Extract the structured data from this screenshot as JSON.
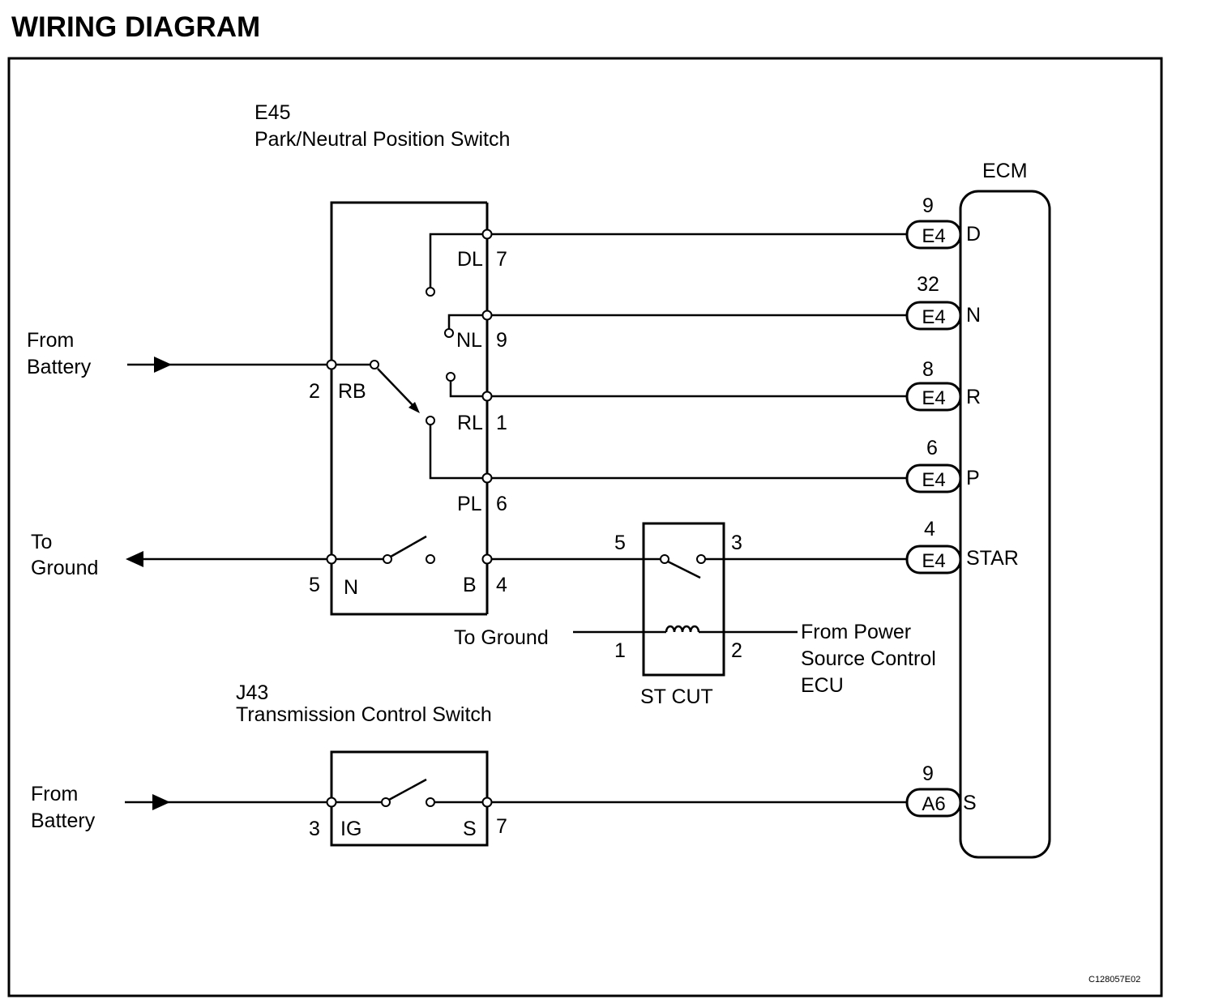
{
  "title": "WIRING DIAGRAM",
  "figure_code": "C128057E02",
  "pnp_switch": {
    "id": "E45",
    "name": "Park/Neutral Position Switch",
    "terminals": {
      "dl": {
        "name": "DL",
        "pin": "7"
      },
      "nl": {
        "name": "NL",
        "pin": "9"
      },
      "rb": {
        "name": "RB",
        "pin": "2"
      },
      "rl": {
        "name": "RL",
        "pin": "1"
      },
      "pl": {
        "name": "PL",
        "pin": "6"
      },
      "n": {
        "name": "N",
        "pin": "5"
      },
      "b": {
        "name": "B",
        "pin": "4"
      }
    }
  },
  "from_battery": [
    "From",
    "Battery"
  ],
  "to_ground": [
    "To",
    "Ground"
  ],
  "st_cut": {
    "name": "ST CUT",
    "pins": {
      "in": "5",
      "out": "3",
      "coil_a": "1",
      "coil_b": "2"
    },
    "to_ground": "To Ground",
    "power_source": [
      "From Power",
      "Source Control",
      "ECU"
    ]
  },
  "tcs": {
    "id": "J43",
    "name": "Transmission Control Switch",
    "terminals": {
      "ig": {
        "name": "IG",
        "pin": "3"
      },
      "s": {
        "name": "S",
        "pin": "7"
      }
    }
  },
  "ecm": {
    "name": "ECM",
    "connectors": [
      {
        "code": "E4",
        "pin": "9",
        "signal": "D"
      },
      {
        "code": "E4",
        "pin": "32",
        "signal": "N"
      },
      {
        "code": "E4",
        "pin": "8",
        "signal": "R"
      },
      {
        "code": "E4",
        "pin": "6",
        "signal": "P"
      },
      {
        "code": "E4",
        "pin": "4",
        "signal": "STAR"
      },
      {
        "code": "A6",
        "pin": "9",
        "signal": "S"
      }
    ]
  }
}
